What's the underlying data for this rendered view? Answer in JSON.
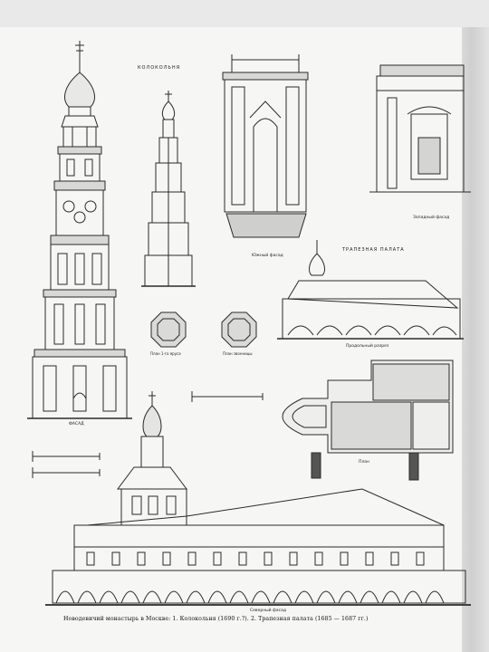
{
  "labels": {
    "top_heading": "КОЛОКОЛЬНЯ",
    "refectory_heading": "ТРАПЕЗНАЯ ПАЛАТА",
    "facade": "ФАСАД",
    "plan_lower": "План 1-го яруса",
    "plan_upper": "План звонницы",
    "facade_south": "Южный фасад",
    "facade_west": "Западный фасад",
    "section": "Продольный разрез",
    "plan": "План",
    "facade_north": "Северный фасад"
  },
  "caption": "Новодевичий монастырь в Москве: 1. Колокольня (1690 г.?). 2. Трапезная палата (1685 — 1687 гг.)"
}
